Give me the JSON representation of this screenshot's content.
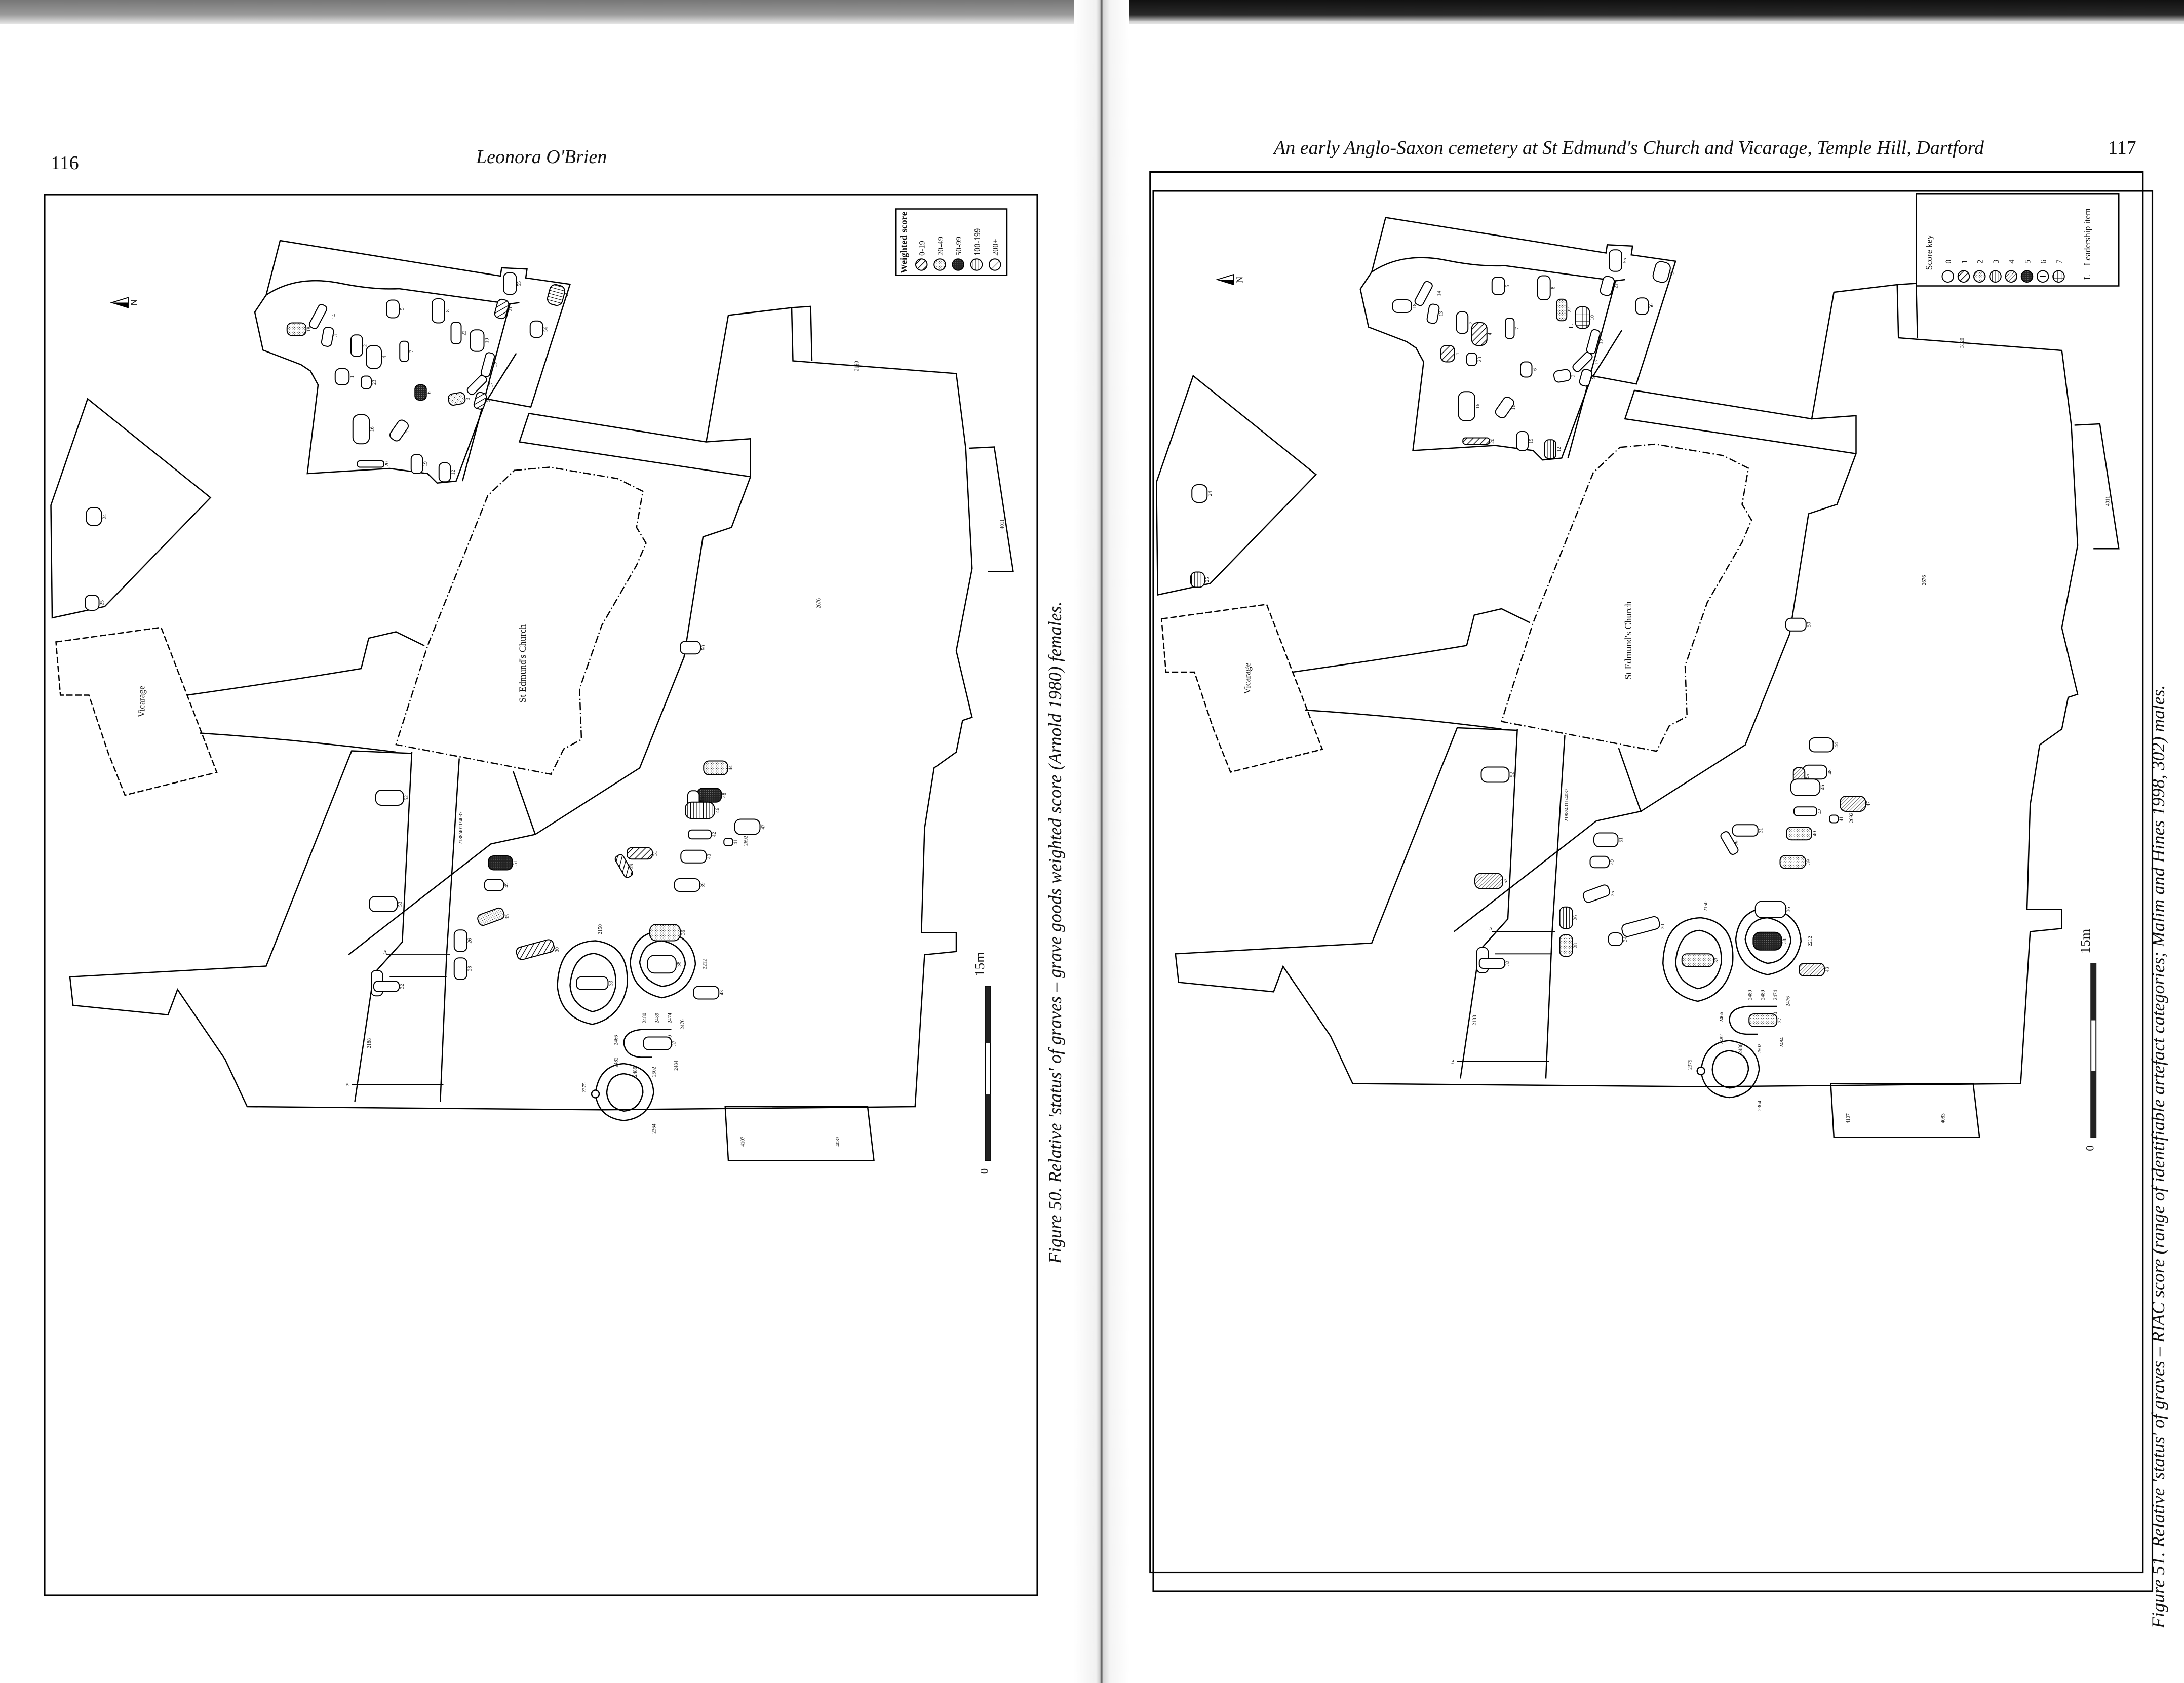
{
  "left_page": {
    "page_number": "116",
    "running_head": "Leonora O'Brien",
    "caption": "Figure 50. Relative 'status' of graves – grave goods weighted score (Arnold 1980) females.",
    "legend": {
      "title": "Weighted score",
      "items": [
        {
          "label": "0-19",
          "symbol": "hatch"
        },
        {
          "label": "20-49",
          "symbol": "dots"
        },
        {
          "label": "50-99",
          "symbol": "dark"
        },
        {
          "label": "100-199",
          "symbol": "hstripe"
        },
        {
          "label": "200+",
          "symbol": "sparse"
        }
      ]
    },
    "graves": [
      {
        "id": "18",
        "symbol": "dots"
      },
      {
        "id": "14",
        "symbol": "none"
      },
      {
        "id": "13",
        "symbol": "none"
      },
      {
        "id": "2",
        "symbol": "none"
      },
      {
        "id": "4",
        "symbol": "none"
      },
      {
        "id": "5",
        "symbol": "none"
      },
      {
        "id": "7",
        "symbol": "none"
      },
      {
        "id": "8",
        "symbol": "none"
      },
      {
        "id": "22",
        "symbol": "none"
      },
      {
        "id": "10",
        "symbol": "none"
      },
      {
        "id": "1",
        "symbol": "none"
      },
      {
        "id": "23",
        "symbol": "none"
      },
      {
        "id": "6",
        "symbol": "dark"
      },
      {
        "id": "3",
        "symbol": "dots"
      },
      {
        "id": "17",
        "symbol": "none"
      },
      {
        "id": "15",
        "symbol": "none"
      },
      {
        "id": "9",
        "symbol": "hatch"
      },
      {
        "id": "21",
        "symbol": "hatch"
      },
      {
        "id": "55",
        "symbol": "none"
      },
      {
        "id": "54",
        "symbol": "vstripe"
      },
      {
        "id": "56",
        "symbol": "none"
      },
      {
        "id": "16",
        "symbol": "none"
      },
      {
        "id": "11",
        "symbol": "none"
      },
      {
        "id": "20",
        "symbol": "none"
      },
      {
        "id": "19",
        "symbol": "none"
      },
      {
        "id": "12",
        "symbol": "none"
      },
      {
        "id": "24",
        "symbol": "none"
      },
      {
        "id": "25",
        "symbol": "none"
      },
      {
        "id": "50",
        "symbol": "none"
      },
      {
        "id": "52",
        "symbol": "none"
      },
      {
        "id": "53",
        "symbol": "none"
      },
      {
        "id": "51",
        "symbol": "dark"
      },
      {
        "id": "49",
        "symbol": "none"
      },
      {
        "id": "35",
        "symbol": "dots"
      },
      {
        "id": "26",
        "symbol": "none"
      },
      {
        "id": "28",
        "symbol": "none"
      },
      {
        "id": "27",
        "symbol": "none"
      },
      {
        "id": "32",
        "symbol": "none"
      },
      {
        "id": "30",
        "symbol": "hatch"
      },
      {
        "id": "44",
        "symbol": "dots"
      },
      {
        "id": "48",
        "symbol": "dark"
      },
      {
        "id": "45",
        "symbol": "none"
      },
      {
        "id": "46",
        "symbol": "hstripe"
      },
      {
        "id": "47",
        "symbol": "none"
      },
      {
        "id": "42",
        "symbol": "none"
      },
      {
        "id": "41",
        "symbol": "none"
      },
      {
        "id": "40",
        "symbol": "none"
      },
      {
        "id": "31",
        "symbol": "hatch"
      },
      {
        "id": "29",
        "symbol": "hatch"
      },
      {
        "id": "39",
        "symbol": "none"
      },
      {
        "id": "36",
        "symbol": "dots"
      },
      {
        "id": "38",
        "symbol": "none"
      },
      {
        "id": "33",
        "symbol": "none"
      },
      {
        "id": "43",
        "symbol": "none"
      },
      {
        "id": "37",
        "symbol": "none"
      }
    ]
  },
  "right_page": {
    "page_number": "117",
    "running_head": "An early Anglo-Saxon cemetery at St Edmund's Church and Vicarage, Temple Hill, Dartford",
    "caption": "Figure 51. Relative 'status' of graves – RIAC score (range of identifiable artefact categories; Malim and Hines 1998, 302) males.",
    "legend": {
      "title": "Score key",
      "items": [
        {
          "label": "0",
          "symbol": "none"
        },
        {
          "label": "1",
          "symbol": "hatch"
        },
        {
          "label": "2",
          "symbol": "dots"
        },
        {
          "label": "3",
          "symbol": "hstripe"
        },
        {
          "label": "4",
          "symbol": "fine"
        },
        {
          "label": "5",
          "symbol": "dark"
        },
        {
          "label": "6",
          "symbol": "vbar"
        },
        {
          "label": "7",
          "symbol": "grid"
        }
      ],
      "leadership_symbol": "L",
      "leadership_label": "Leadership item"
    },
    "graves": [
      {
        "id": "18",
        "symbol": "none"
      },
      {
        "id": "14",
        "symbol": "none"
      },
      {
        "id": "13",
        "symbol": "none"
      },
      {
        "id": "2",
        "symbol": "none"
      },
      {
        "id": "4",
        "symbol": "hatch"
      },
      {
        "id": "5",
        "symbol": "none"
      },
      {
        "id": "7",
        "symbol": "none"
      },
      {
        "id": "8",
        "symbol": "none"
      },
      {
        "id": "22",
        "symbol": "dots"
      },
      {
        "id": "10",
        "symbol": "grid"
      },
      {
        "id": "1",
        "symbol": "hatch"
      },
      {
        "id": "23",
        "symbol": "none"
      },
      {
        "id": "6",
        "symbol": "none"
      },
      {
        "id": "3",
        "symbol": "none"
      },
      {
        "id": "17",
        "symbol": "none"
      },
      {
        "id": "15",
        "symbol": "none"
      },
      {
        "id": "9",
        "symbol": "none"
      },
      {
        "id": "21",
        "symbol": "none"
      },
      {
        "id": "55",
        "symbol": "none"
      },
      {
        "id": "54",
        "symbol": "none"
      },
      {
        "id": "56",
        "symbol": "none"
      },
      {
        "id": "16",
        "symbol": "none"
      },
      {
        "id": "11",
        "symbol": "none"
      },
      {
        "id": "20",
        "symbol": "hatch"
      },
      {
        "id": "19",
        "symbol": "none"
      },
      {
        "id": "12",
        "symbol": "hstripe"
      },
      {
        "id": "24",
        "symbol": "none"
      },
      {
        "id": "25",
        "symbol": "hstripe"
      },
      {
        "id": "50",
        "symbol": "none"
      },
      {
        "id": "52",
        "symbol": "none"
      },
      {
        "id": "53",
        "symbol": "fine"
      },
      {
        "id": "51",
        "symbol": "none"
      },
      {
        "id": "49",
        "symbol": "none"
      },
      {
        "id": "35",
        "symbol": "none"
      },
      {
        "id": "26",
        "symbol": "hstripe"
      },
      {
        "id": "28",
        "symbol": "dots"
      },
      {
        "id": "27",
        "symbol": "none"
      },
      {
        "id": "32",
        "symbol": "none"
      },
      {
        "id": "34",
        "symbol": "none"
      },
      {
        "id": "30",
        "symbol": "none"
      },
      {
        "id": "44",
        "symbol": "none"
      },
      {
        "id": "48",
        "symbol": "none"
      },
      {
        "id": "45",
        "symbol": "fine"
      },
      {
        "id": "46",
        "symbol": "none"
      },
      {
        "id": "47",
        "symbol": "fine"
      },
      {
        "id": "42",
        "symbol": "none"
      },
      {
        "id": "41",
        "symbol": "none"
      },
      {
        "id": "40",
        "symbol": "dots"
      },
      {
        "id": "31",
        "symbol": "none"
      },
      {
        "id": "29",
        "symbol": "none"
      },
      {
        "id": "39",
        "symbol": "dots"
      },
      {
        "id": "36",
        "symbol": "none"
      },
      {
        "id": "38",
        "symbol": "dark"
      },
      {
        "id": "33",
        "symbol": "dots"
      },
      {
        "id": "43",
        "symbol": "fine"
      },
      {
        "id": "37",
        "symbol": "dots"
      }
    ],
    "leadership_marker_grave": "10"
  },
  "map_labels": {
    "church": "St Edmund's Church",
    "vicarage": "Vicarage",
    "north": "N",
    "scale_start": "0",
    "scale_end": "15m",
    "trench": "2188/4011/4037",
    "trench_west": "2188",
    "section_a": "A",
    "section_b": "B",
    "features": [
      "3120",
      "4011",
      "4107",
      "4083",
      "2676",
      "2150",
      "2212",
      "2364",
      "2375",
      "2466",
      "2482",
      "2486",
      "2502",
      "2484",
      "2470",
      "2476",
      "2474",
      "2489",
      "2480",
      "2692"
    ]
  }
}
